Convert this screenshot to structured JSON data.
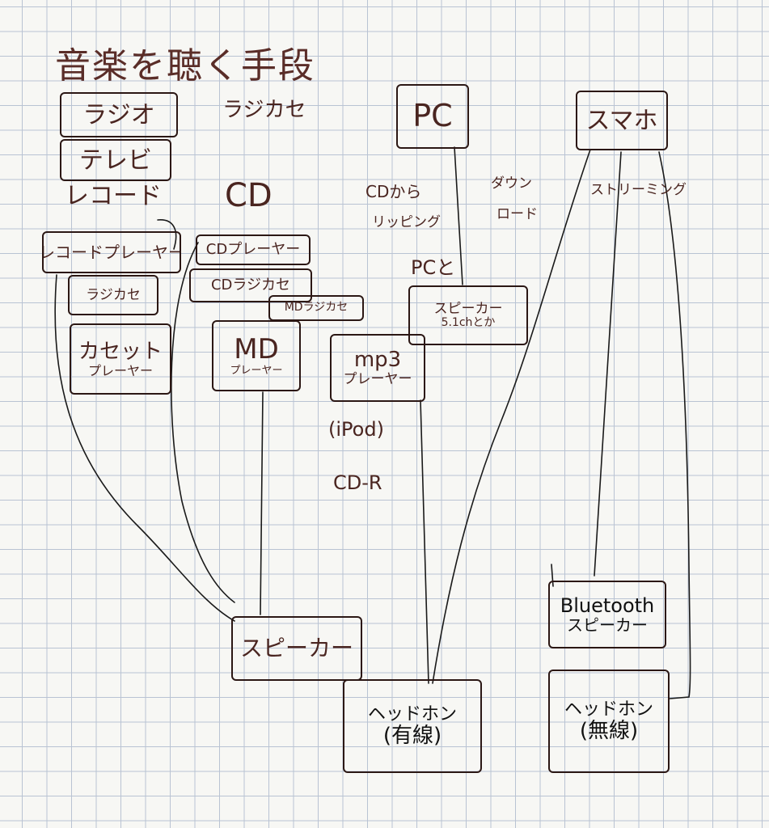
{
  "title": "音楽を聴く手段",
  "colors": {
    "ink_brown": "#4a2520",
    "ink_black": "#111111",
    "grid": "#b9c3d3",
    "paper": "#f7f7f4"
  },
  "nodes": {
    "radio": "ラジオ",
    "tv": "テレビ",
    "record": "レコード",
    "radicase": "ラジカセ",
    "cd": "CD",
    "pc": "PC",
    "smartphone": "スマホ",
    "cd_ripping_1": "CDから",
    "cd_ripping_2": "リッピング",
    "download_1": "ダウン",
    "download_2": "ロード",
    "streaming": "ストリーミング",
    "record_player": "レコードプレーヤー",
    "radicase_box": "ラジカセ",
    "cassette_1": "カセット",
    "cassette_2": "プレーヤー",
    "cd_player": "CDプレーヤー",
    "cd_radicase": "CDラジカセ",
    "md_radicase": "MDラジカセ",
    "md_1": "MD",
    "md_2": "プレーヤー",
    "mp3_1": "mp3",
    "mp3_2": "プレーヤー",
    "ipod": "(iPod)",
    "cd_r": "CD-R",
    "pc_and": "PCと",
    "pc_speaker_1": "スピーカー",
    "pc_speaker_2": "5.1chとか",
    "speaker": "スピーカー",
    "bt_speaker_1": "Bluetooth",
    "bt_speaker_2": "スピーカー",
    "headphone_wired_1": "ヘッドホン",
    "headphone_wired_2": "(有線)",
    "headphone_wireless_1": "ヘッドホン",
    "headphone_wireless_2": "(無線)"
  }
}
